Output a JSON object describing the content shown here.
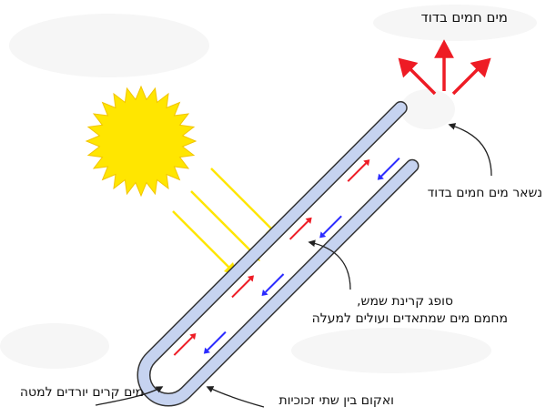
{
  "labels": {
    "hot_water_in_tank": "מים חמים בדוד",
    "remaining_hot_water": "נשאר מים חמים בדוד",
    "absorbs_line1": "סופג קרינת שמש,",
    "absorbs_line2": "מחמם מים שמתאדים ועולים למעלה",
    "cold_water_down": "מים קרים יורדים למטה",
    "vacuum": "ואקום בין שתי זכוכיות"
  },
  "colors": {
    "sun": "#ffe600",
    "glass": "#c6d3f0",
    "hot_arrow": "#ee1c25",
    "cold_arrow": "#2b2bff",
    "sun_ray": "#ffe600"
  }
}
